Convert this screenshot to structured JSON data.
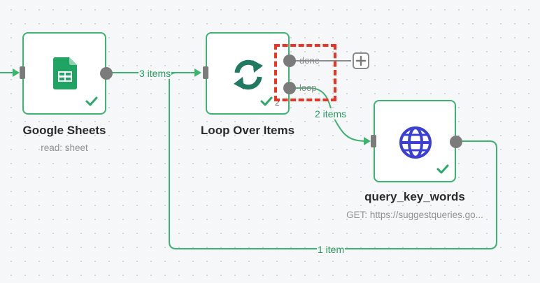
{
  "nodes": {
    "google_sheets": {
      "title": "Google Sheets",
      "subtitle": "read: sheet",
      "icon": "sheets-icon"
    },
    "loop_over_items": {
      "title": "Loop Over Items",
      "icon": "loop-icon",
      "run_count": "2"
    },
    "query_key_words": {
      "title": "query_key_words",
      "subtitle": "GET: https://suggestqueries.go...",
      "icon": "globe-icon"
    }
  },
  "edges": {
    "sheets_to_loop": "3 items",
    "loop_to_query": "2 items",
    "query_to_loop": "1 item"
  },
  "ports": {
    "done": "done",
    "loop": "loop"
  },
  "colors": {
    "node_border": "#3bb371",
    "edge": "#3bb371",
    "edge_label": "#2b9a5e",
    "handle": "#7b7b7b",
    "highlight": "#ee3322",
    "sheets_green": "#20a464",
    "loop_teal": "#1f7a61",
    "globe_blue": "#3b3fd4"
  }
}
